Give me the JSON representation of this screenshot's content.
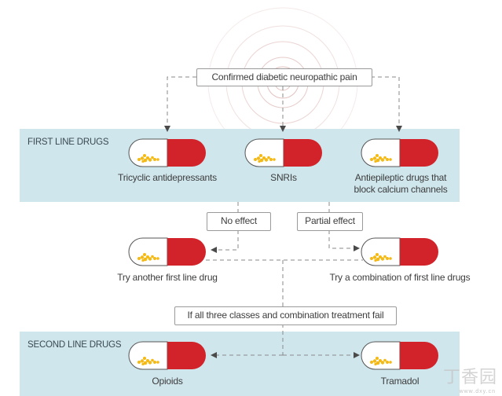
{
  "diagram": {
    "start": "Confirmed diabetic neuropathic pain",
    "first_line": {
      "title": "FIRST LINE DRUGS",
      "drugs": [
        {
          "label": "Tricyclic antidepressants"
        },
        {
          "label": "SNRIs"
        },
        {
          "label_line1": "Antiepileptic drugs that",
          "label_line2": "block calcium channels"
        }
      ]
    },
    "outcomes": {
      "no_effect": "No effect",
      "partial_effect": "Partial effect",
      "try_another": "Try another first line drug",
      "try_combination": "Try a combination of first line drugs"
    },
    "escalation": "If all three classes and combination treatment fail",
    "second_line": {
      "title": "SECOND LINE DRUGS",
      "drugs": [
        {
          "label": "Opioids"
        },
        {
          "label": "Tramadol"
        }
      ]
    },
    "colors": {
      "band": "#cfe6ec",
      "capsule_red": "#d2232a",
      "capsule_white": "#ffffff",
      "granule_yellow": "#f5b914",
      "connector": "#8a8a8a",
      "arrowhead": "#4a4a4a",
      "rings": "#d9a9a6"
    },
    "watermark": {
      "text": "丁香园",
      "sub": "www.dxy.cn"
    }
  }
}
